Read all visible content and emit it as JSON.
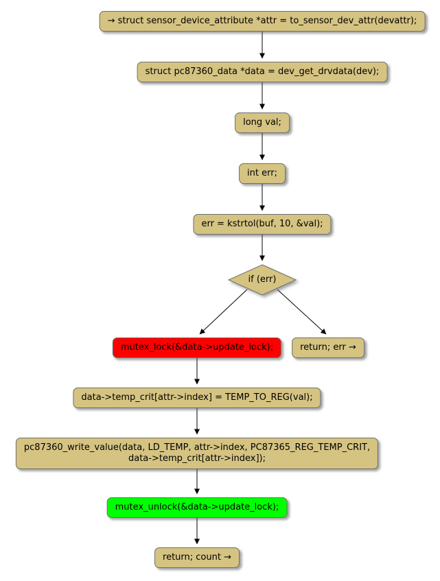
{
  "colors": {
    "node_fill": "#d5c382",
    "node_border": "#6e6e6e",
    "mutex_lock_fill": "#ff0000",
    "mutex_unlock_fill": "#00ff00",
    "arrow": "#000000",
    "background": "#ffffff"
  },
  "diagram": {
    "type": "flowchart",
    "nodes": [
      {
        "id": "attr-assign",
        "label": "→ struct sensor_device_attribute *attr = to_sensor_dev_attr(devattr);"
      },
      {
        "id": "data-assign",
        "label": "struct pc87360_data *data = dev_get_drvdata(dev);"
      },
      {
        "id": "long-val",
        "label": "long val;"
      },
      {
        "id": "int-err",
        "label": "int err;"
      },
      {
        "id": "kstrtol",
        "label": "err = kstrtol(buf, 10, &val);"
      },
      {
        "id": "if-err",
        "label": "if (err)"
      },
      {
        "id": "mutex-lock",
        "label": "mutex_lock(&data->update_lock);"
      },
      {
        "id": "return-err",
        "label": "return; err →"
      },
      {
        "id": "temp-crit-assign",
        "label": "data->temp_crit[attr->index] = TEMP_TO_REG(val);"
      },
      {
        "id": "write-value",
        "label": "pc87360_write_value(data, LD_TEMP, attr->index, PC87365_REG_TEMP_CRIT,\ndata->temp_crit[attr->index]);"
      },
      {
        "id": "mutex-unlock",
        "label": "mutex_unlock(&data->update_lock);"
      },
      {
        "id": "return-count",
        "label": "return; count →"
      }
    ]
  }
}
